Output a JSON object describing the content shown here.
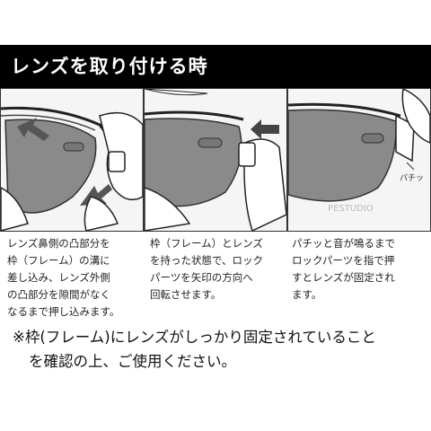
{
  "header": {
    "title": "レンズを取り付ける時"
  },
  "steps": [
    {
      "lines": [
        "レンズ鼻側の凸部分を",
        "枠（フレーム）の溝に",
        "差し込み、レンズ外側",
        "の凸部分を隙間がなく",
        "なるまで押し込みます。"
      ]
    },
    {
      "lines": [
        "枠（フレーム）とレンズ",
        "を持った状態で、ロック",
        "パーツを矢印の方向へ",
        "回転させます。"
      ]
    },
    {
      "lines": [
        "パチッと音が鳴るまで",
        "ロックパーツを指で押",
        "すとレンズが固定され",
        "ます。"
      ]
    }
  ],
  "panel3": {
    "sound_label": "パチッ",
    "watermark": "PESTUDIO"
  },
  "note": {
    "line1": "※枠(フレーム)にレンズがしっかり固定されていること",
    "line2": "を確認の上、ご使用ください。"
  },
  "colors": {
    "title_bg": "#000000",
    "title_text": "#ffffff",
    "lens": "#8a8a8a",
    "arrow": "#555555"
  }
}
